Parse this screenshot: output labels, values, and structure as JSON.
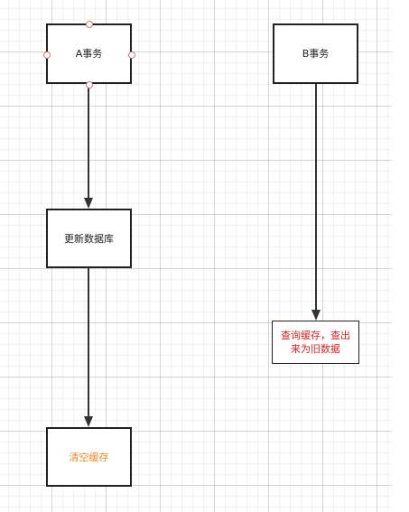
{
  "nodes": {
    "a_transaction": {
      "label": "A事务"
    },
    "b_transaction": {
      "label": "B事务"
    },
    "update_database": {
      "label": "更新数据库"
    },
    "clear_cache": {
      "label": "清空缓存"
    },
    "query_cache": {
      "label": "查询缓存，查出来为旧数据"
    }
  },
  "colors": {
    "node_border": "#222222",
    "default_text": "#222222",
    "clear_cache_text": "#f08a1f",
    "query_cache_text": "#e02020",
    "selection_handle": "#c87a7a"
  }
}
